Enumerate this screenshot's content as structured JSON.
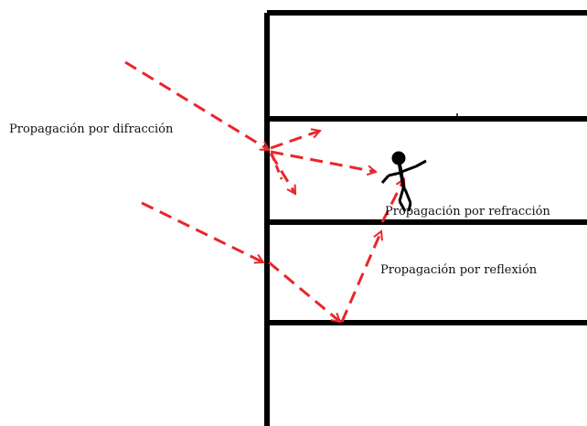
{
  "labels": {
    "diffraction": "Propagación por difracción",
    "refraction": "Propagación por refracción",
    "reflection": "Propagación por reflexión"
  },
  "colors": {
    "building": "#000000",
    "ray": "#e8262b",
    "person": "#000000"
  },
  "icons": {
    "person": "stick-figure-person-icon"
  }
}
